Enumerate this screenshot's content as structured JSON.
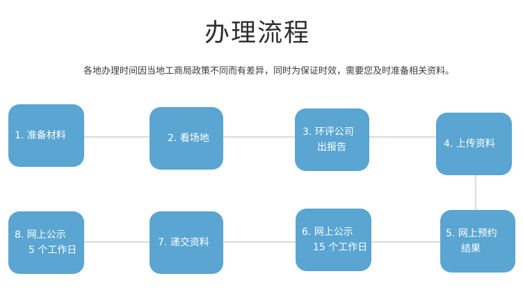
{
  "header": {
    "title": "办理流程",
    "note": "各地办理时间因当地工商局政策不同而有差异，同时为保证时效，需要您及时准备相关资料。"
  },
  "steps": [
    {
      "lines": [
        "1. 准备材料"
      ]
    },
    {
      "lines": [
        "2. 看场地"
      ]
    },
    {
      "lines": [
        "3. 环评公司",
        "出报告"
      ]
    },
    {
      "lines": [
        "4. 上传资料"
      ]
    },
    {
      "lines": [
        "5. 网上预约",
        "结果"
      ]
    },
    {
      "lines": [
        "6. 网上公示",
        "15 个工作日"
      ]
    },
    {
      "lines": [
        "7. 递交资料"
      ]
    },
    {
      "lines": [
        "8. 网上公示",
        "5 个工作日"
      ]
    }
  ],
  "colors": {
    "step_fill": "#5aa5d1",
    "step_text": "#ffffff",
    "connector": "#b5b5b5",
    "title_text": "#2e2e2e"
  }
}
